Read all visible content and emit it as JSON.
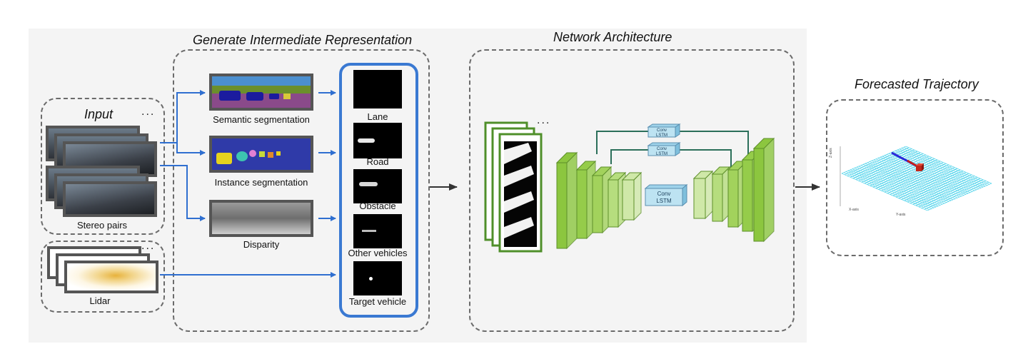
{
  "titles": {
    "input": "Input",
    "intermediate": "Generate Intermediate Representation",
    "network": "Network Architecture",
    "forecast": "Forecasted Trajectory"
  },
  "inputs": {
    "stereo": "Stereo pairs",
    "lidar": "Lidar",
    "ellipsis": "..."
  },
  "representations": {
    "semantic": "Semantic segmentation",
    "instance": "Instance segmentation",
    "disparity": "Disparity"
  },
  "channels": [
    "Lane",
    "Road",
    "Obstacle",
    "Other vehicles",
    "Target vehicle"
  ],
  "network": {
    "convlstm_top": [
      "Conv",
      "LSTM"
    ],
    "convlstm_mid": [
      "Conv",
      "LSTM"
    ],
    "convlstm_center": [
      "Conv",
      "LSTM"
    ]
  },
  "plot": {
    "zlabel": "Z-axis",
    "xlabel": "X-axis",
    "ylabel": "Y-axis",
    "grid_color": "#27c9e6",
    "trajectory_colors": [
      "#2a2ad8",
      "#c21f1f"
    ]
  },
  "colors": {
    "arrow_blue": "#2f6fd0",
    "container_blue": "#3a79d2",
    "layer_green": "#8cc63f",
    "lstm_box": "#bde3f2"
  }
}
